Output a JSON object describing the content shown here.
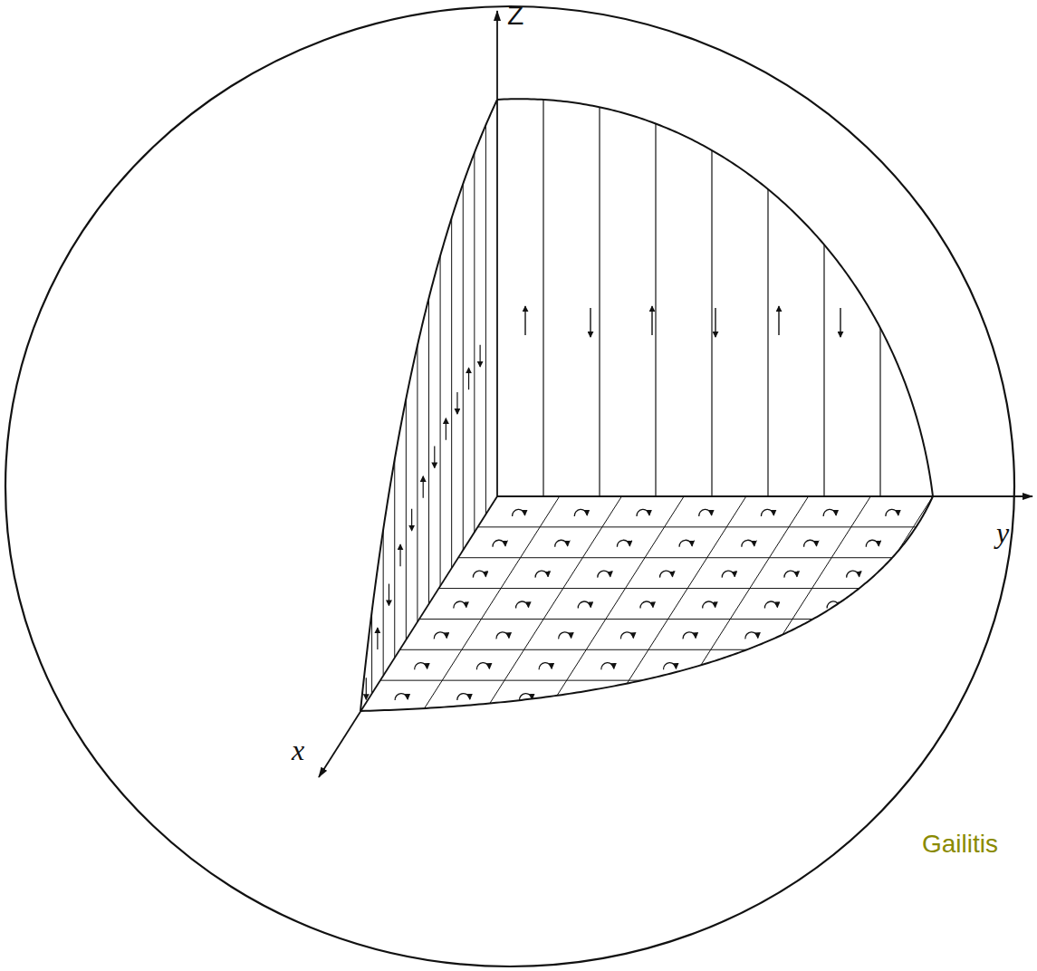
{
  "diagram": {
    "labels": [
      "Z",
      "y",
      "x",
      "Gailitis"
    ]
  }
}
